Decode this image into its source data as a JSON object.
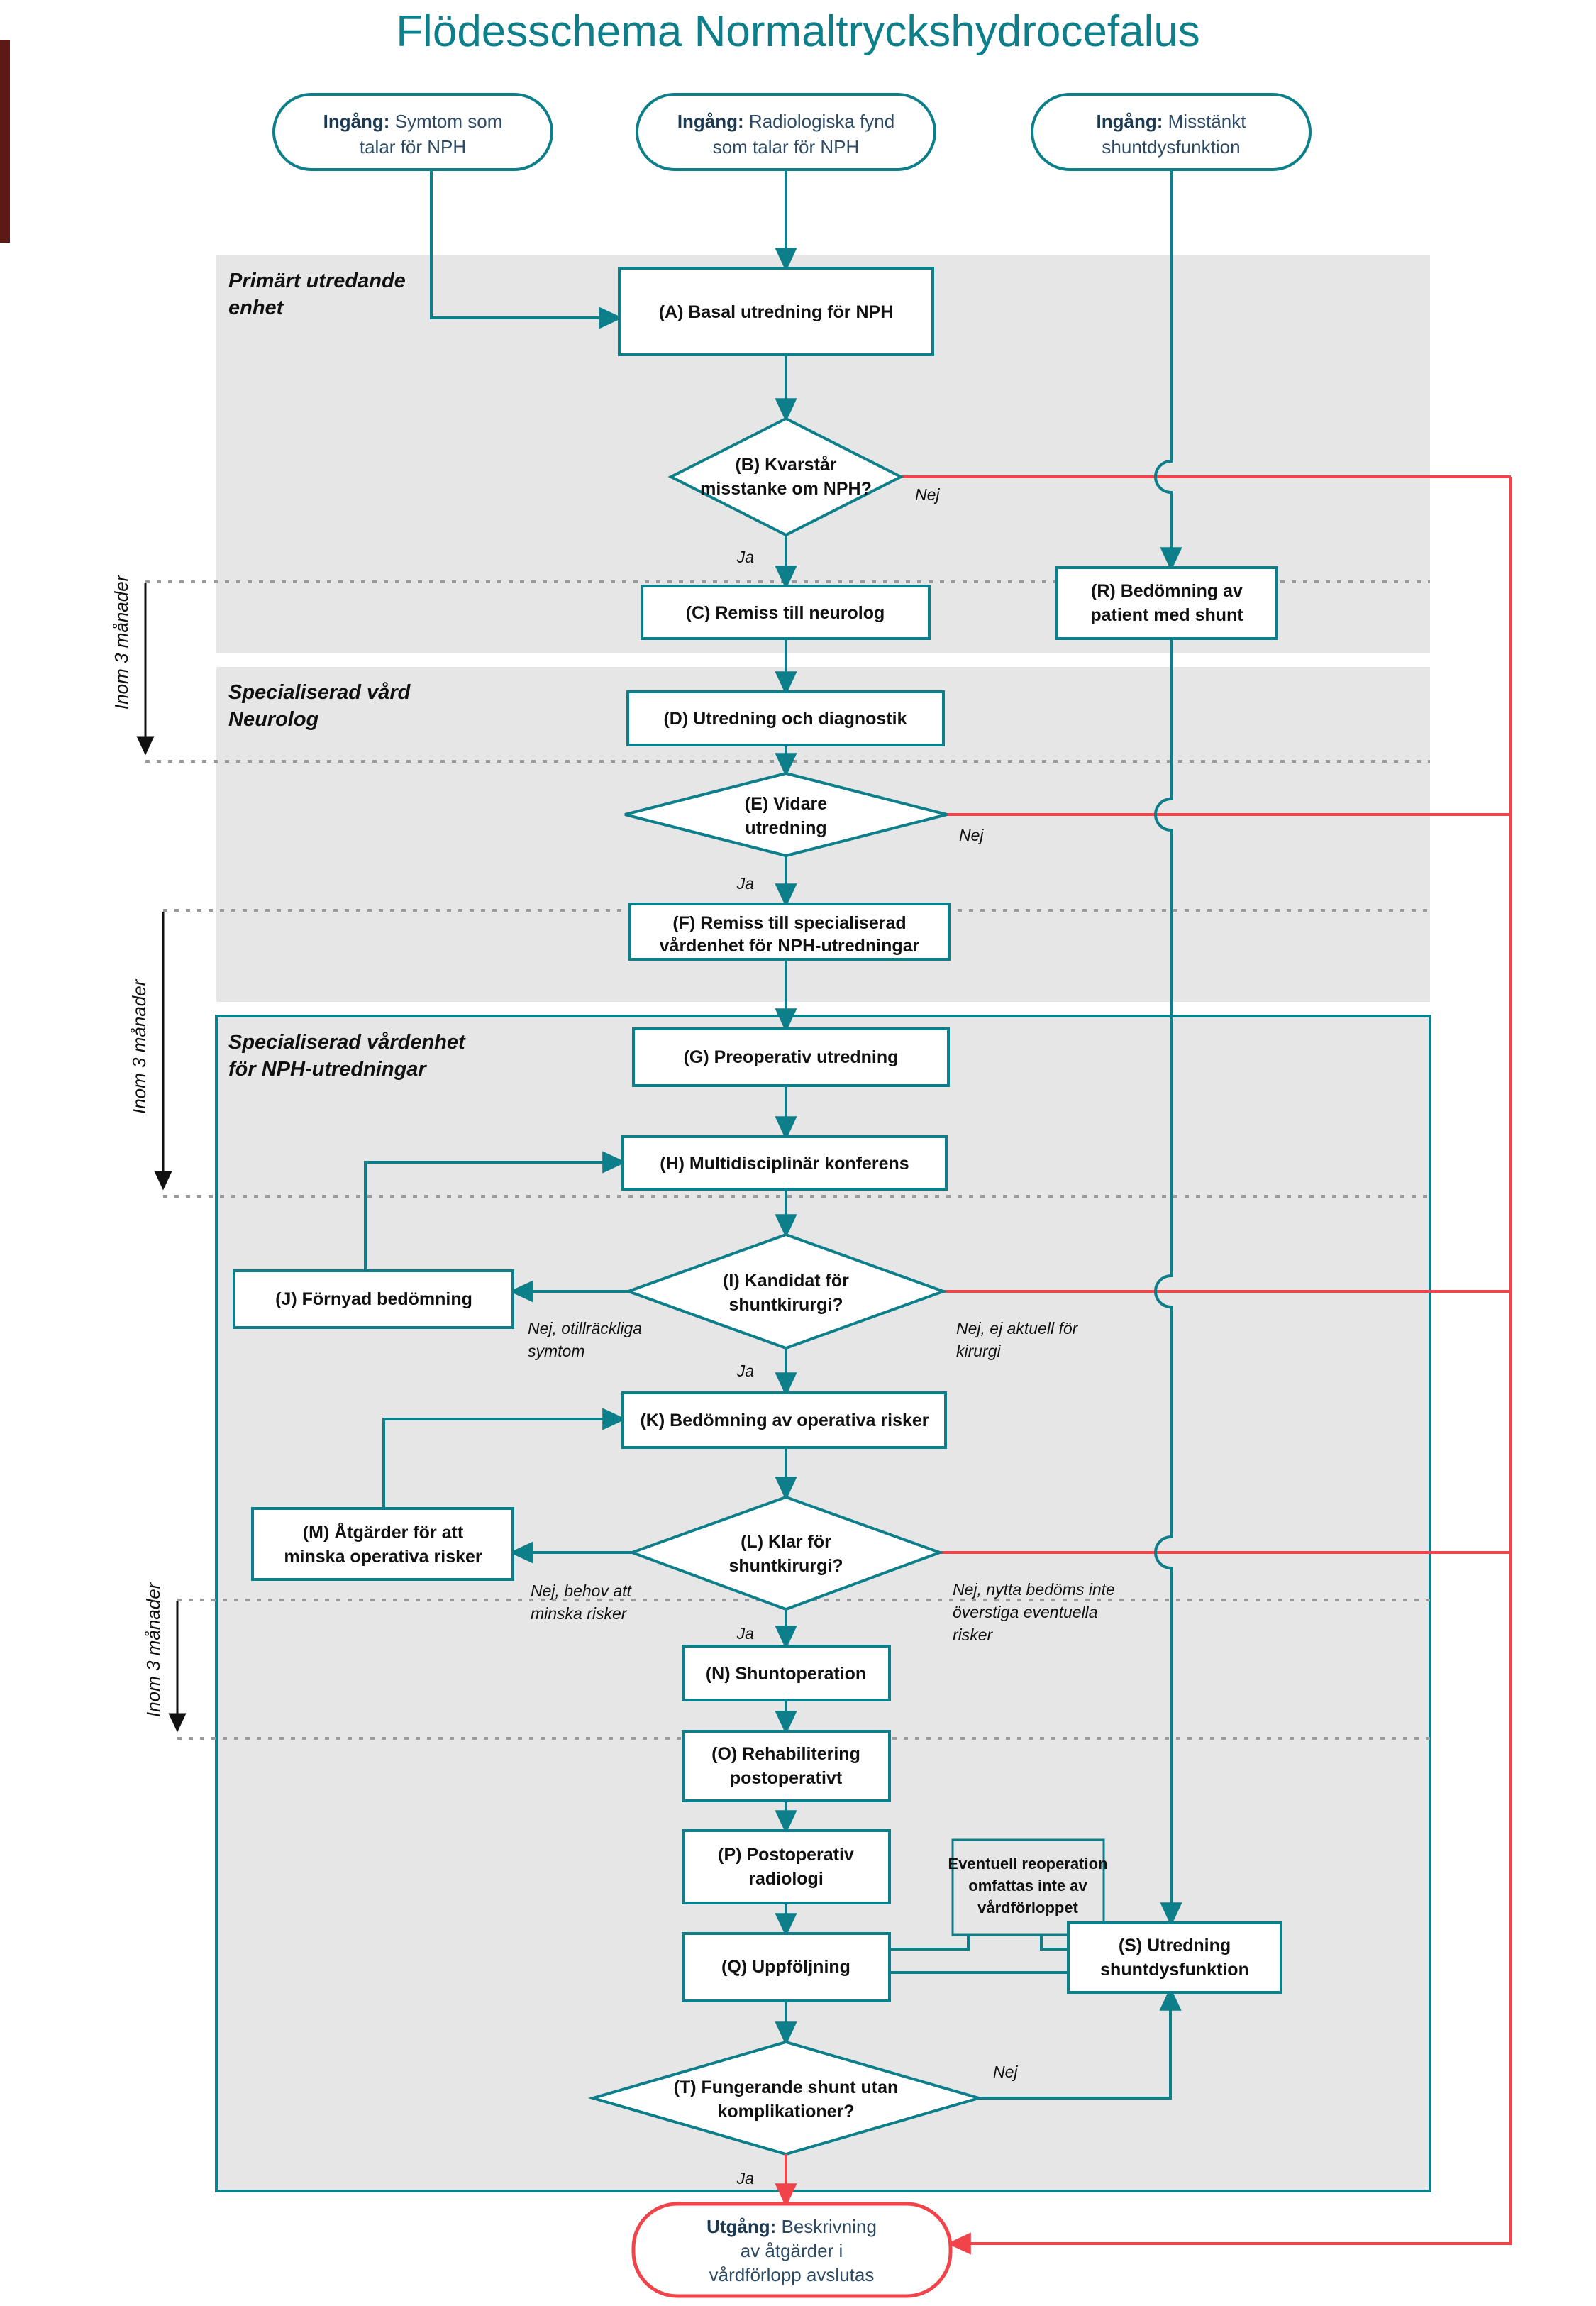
{
  "page": {
    "title": "Flödesschema Normaltryckshydrocefalus",
    "colors": {
      "teal": "#0d7f8a",
      "red": "#f0434a",
      "band_grey": "#e6e6e6",
      "entry_text": "#2c4a63",
      "maroon_bar": "#5c1a17"
    }
  },
  "entries": [
    {
      "id": "entry-symtom",
      "bold": "Ingång:",
      "rest": " Symtom som",
      "line2": "talar för NPH"
    },
    {
      "id": "entry-radiologi",
      "bold": "Ingång:",
      "rest": " Radiologiska fynd",
      "line2": "som talar för NPH"
    },
    {
      "id": "entry-shunt",
      "bold": "Ingång:",
      "rest": " Misstänkt",
      "line2": "shuntdysfunktion"
    }
  ],
  "lanes": [
    {
      "id": "lane-primar",
      "line1": "Primärt utredande",
      "line2": "enhet"
    },
    {
      "id": "lane-neurolog",
      "line1": "Specialiserad vård",
      "line2": "Neurolog"
    },
    {
      "id": "lane-nph",
      "line1": "Specialiserad vårdenhet",
      "line2": "för NPH-utredningar"
    }
  ],
  "timelines": [
    {
      "id": "timeline-1",
      "label": "Inom 3 månader"
    },
    {
      "id": "timeline-2",
      "label": "Inom 3 månader"
    },
    {
      "id": "timeline-3",
      "label": "Inom 3 månader"
    }
  ],
  "nodes": {
    "A": {
      "line1": "(A) Basal utredning för NPH",
      "line2": ""
    },
    "B": {
      "line1": "(B) Kvarstår",
      "line2": "misstanke om NPH?"
    },
    "C": {
      "line1": "(C) Remiss till neurolog",
      "line2": ""
    },
    "D": {
      "line1": "(D) Utredning och diagnostik",
      "line2": ""
    },
    "E": {
      "line1": "(E) Vidare",
      "line2": "utredning"
    },
    "F": {
      "line1": "(F) Remiss till specialiserad",
      "line2": "vårdenhet för NPH-utredningar"
    },
    "G": {
      "line1": "(G) Preoperativ utredning",
      "line2": ""
    },
    "H": {
      "line1": "(H) Multidisciplinär konferens",
      "line2": ""
    },
    "I": {
      "line1": "(I) Kandidat för",
      "line2": "shuntkirurgi?"
    },
    "J": {
      "line1": "(J) Förnyad bedömning",
      "line2": ""
    },
    "K": {
      "line1": "(K) Bedömning av operativa risker",
      "line2": ""
    },
    "L": {
      "line1": "(L) Klar för",
      "line2": "shuntkirurgi?"
    },
    "M": {
      "line1": "(M) Åtgärder för att",
      "line2": "minska operativa risker"
    },
    "N": {
      "line1": "(N) Shuntoperation",
      "line2": ""
    },
    "O": {
      "line1": "(O) Rehabilitering",
      "line2": "postoperativt"
    },
    "P": {
      "line1": "(P) Postoperativ",
      "line2": "radiologi"
    },
    "Q": {
      "line1": "(Q) Uppföljning",
      "line2": ""
    },
    "R": {
      "line1": "(R) Bedömning av",
      "line2": "patient med shunt"
    },
    "S": {
      "line1": "(S) Utredning",
      "line2": "shuntdysfunktion"
    },
    "T": {
      "line1": "(T) Fungerande shunt utan",
      "line2": "komplikationer?"
    }
  },
  "note": {
    "line1": "Eventuell reoperation",
    "line2": "omfattas inte av",
    "line3": "vårdförloppet"
  },
  "exit": {
    "bold": "Utgång:",
    "rest": " Beskrivning",
    "line2": "av åtgärder i",
    "line3": "vårdförlopp avslutas"
  },
  "edge_labels": {
    "b_nej": "Nej",
    "b_ja": "Ja",
    "e_nej": "Nej",
    "e_ja": "Ja",
    "i_ja": "Ja",
    "i_nej_left_1": "Nej, otillräckliga",
    "i_nej_left_2": "symtom",
    "i_nej_right_1": "Nej, ej aktuell för",
    "i_nej_right_2": "kirurgi",
    "l_ja": "Ja",
    "l_nej_left_1": "Nej, behov att",
    "l_nej_left_2": "minska risker",
    "l_nej_right_1": "Nej, nytta bedöms inte",
    "l_nej_right_2": "överstiga eventuella",
    "l_nej_right_3": "risker",
    "t_nej": "Nej",
    "t_ja": "Ja"
  }
}
